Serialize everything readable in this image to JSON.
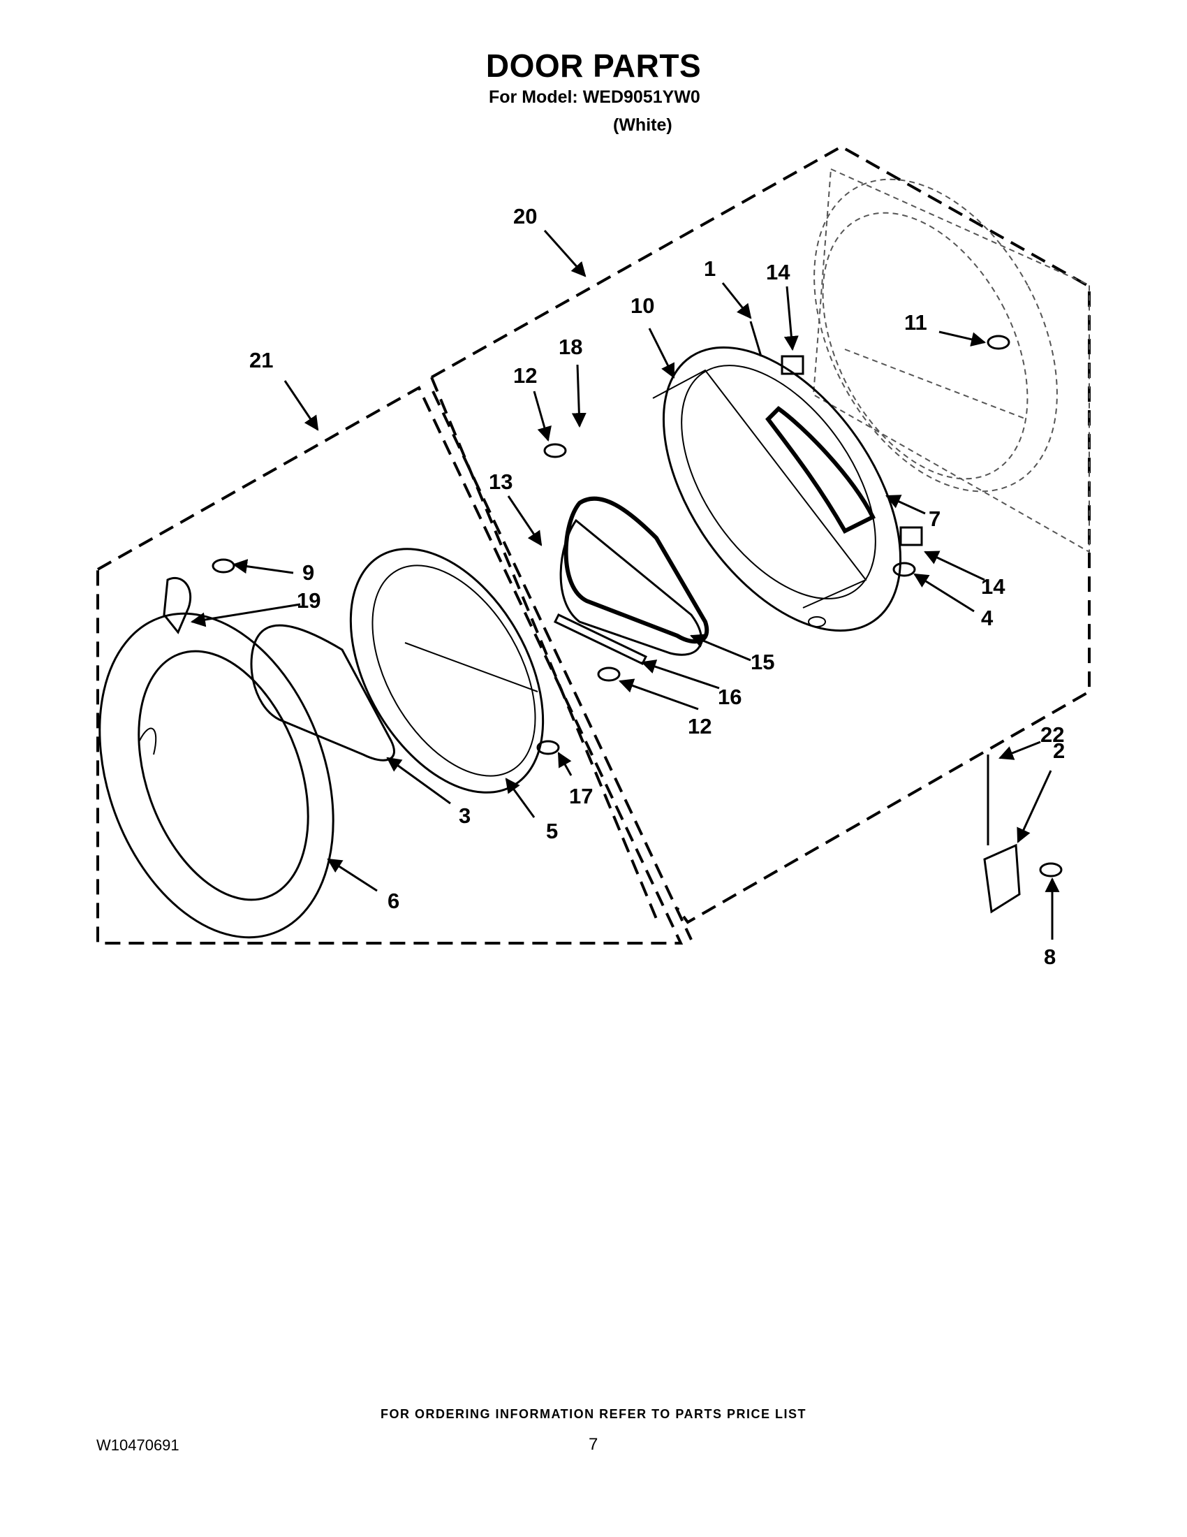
{
  "header": {
    "title": "DOOR PARTS",
    "model_line": "For Model:  WED9051YW0",
    "color_line": "(White)"
  },
  "diagram": {
    "callouts": [
      "20",
      "1",
      "14",
      "10",
      "18",
      "12",
      "11",
      "21",
      "13",
      "9",
      "19",
      "7",
      "14",
      "4",
      "15",
      "16",
      "12",
      "17",
      "3",
      "5",
      "6",
      "22",
      "2",
      "8"
    ]
  },
  "footer": {
    "note": "FOR ORDERING INFORMATION REFER TO PARTS PRICE LIST",
    "doc_number": "W10470691",
    "page_number": "7"
  }
}
